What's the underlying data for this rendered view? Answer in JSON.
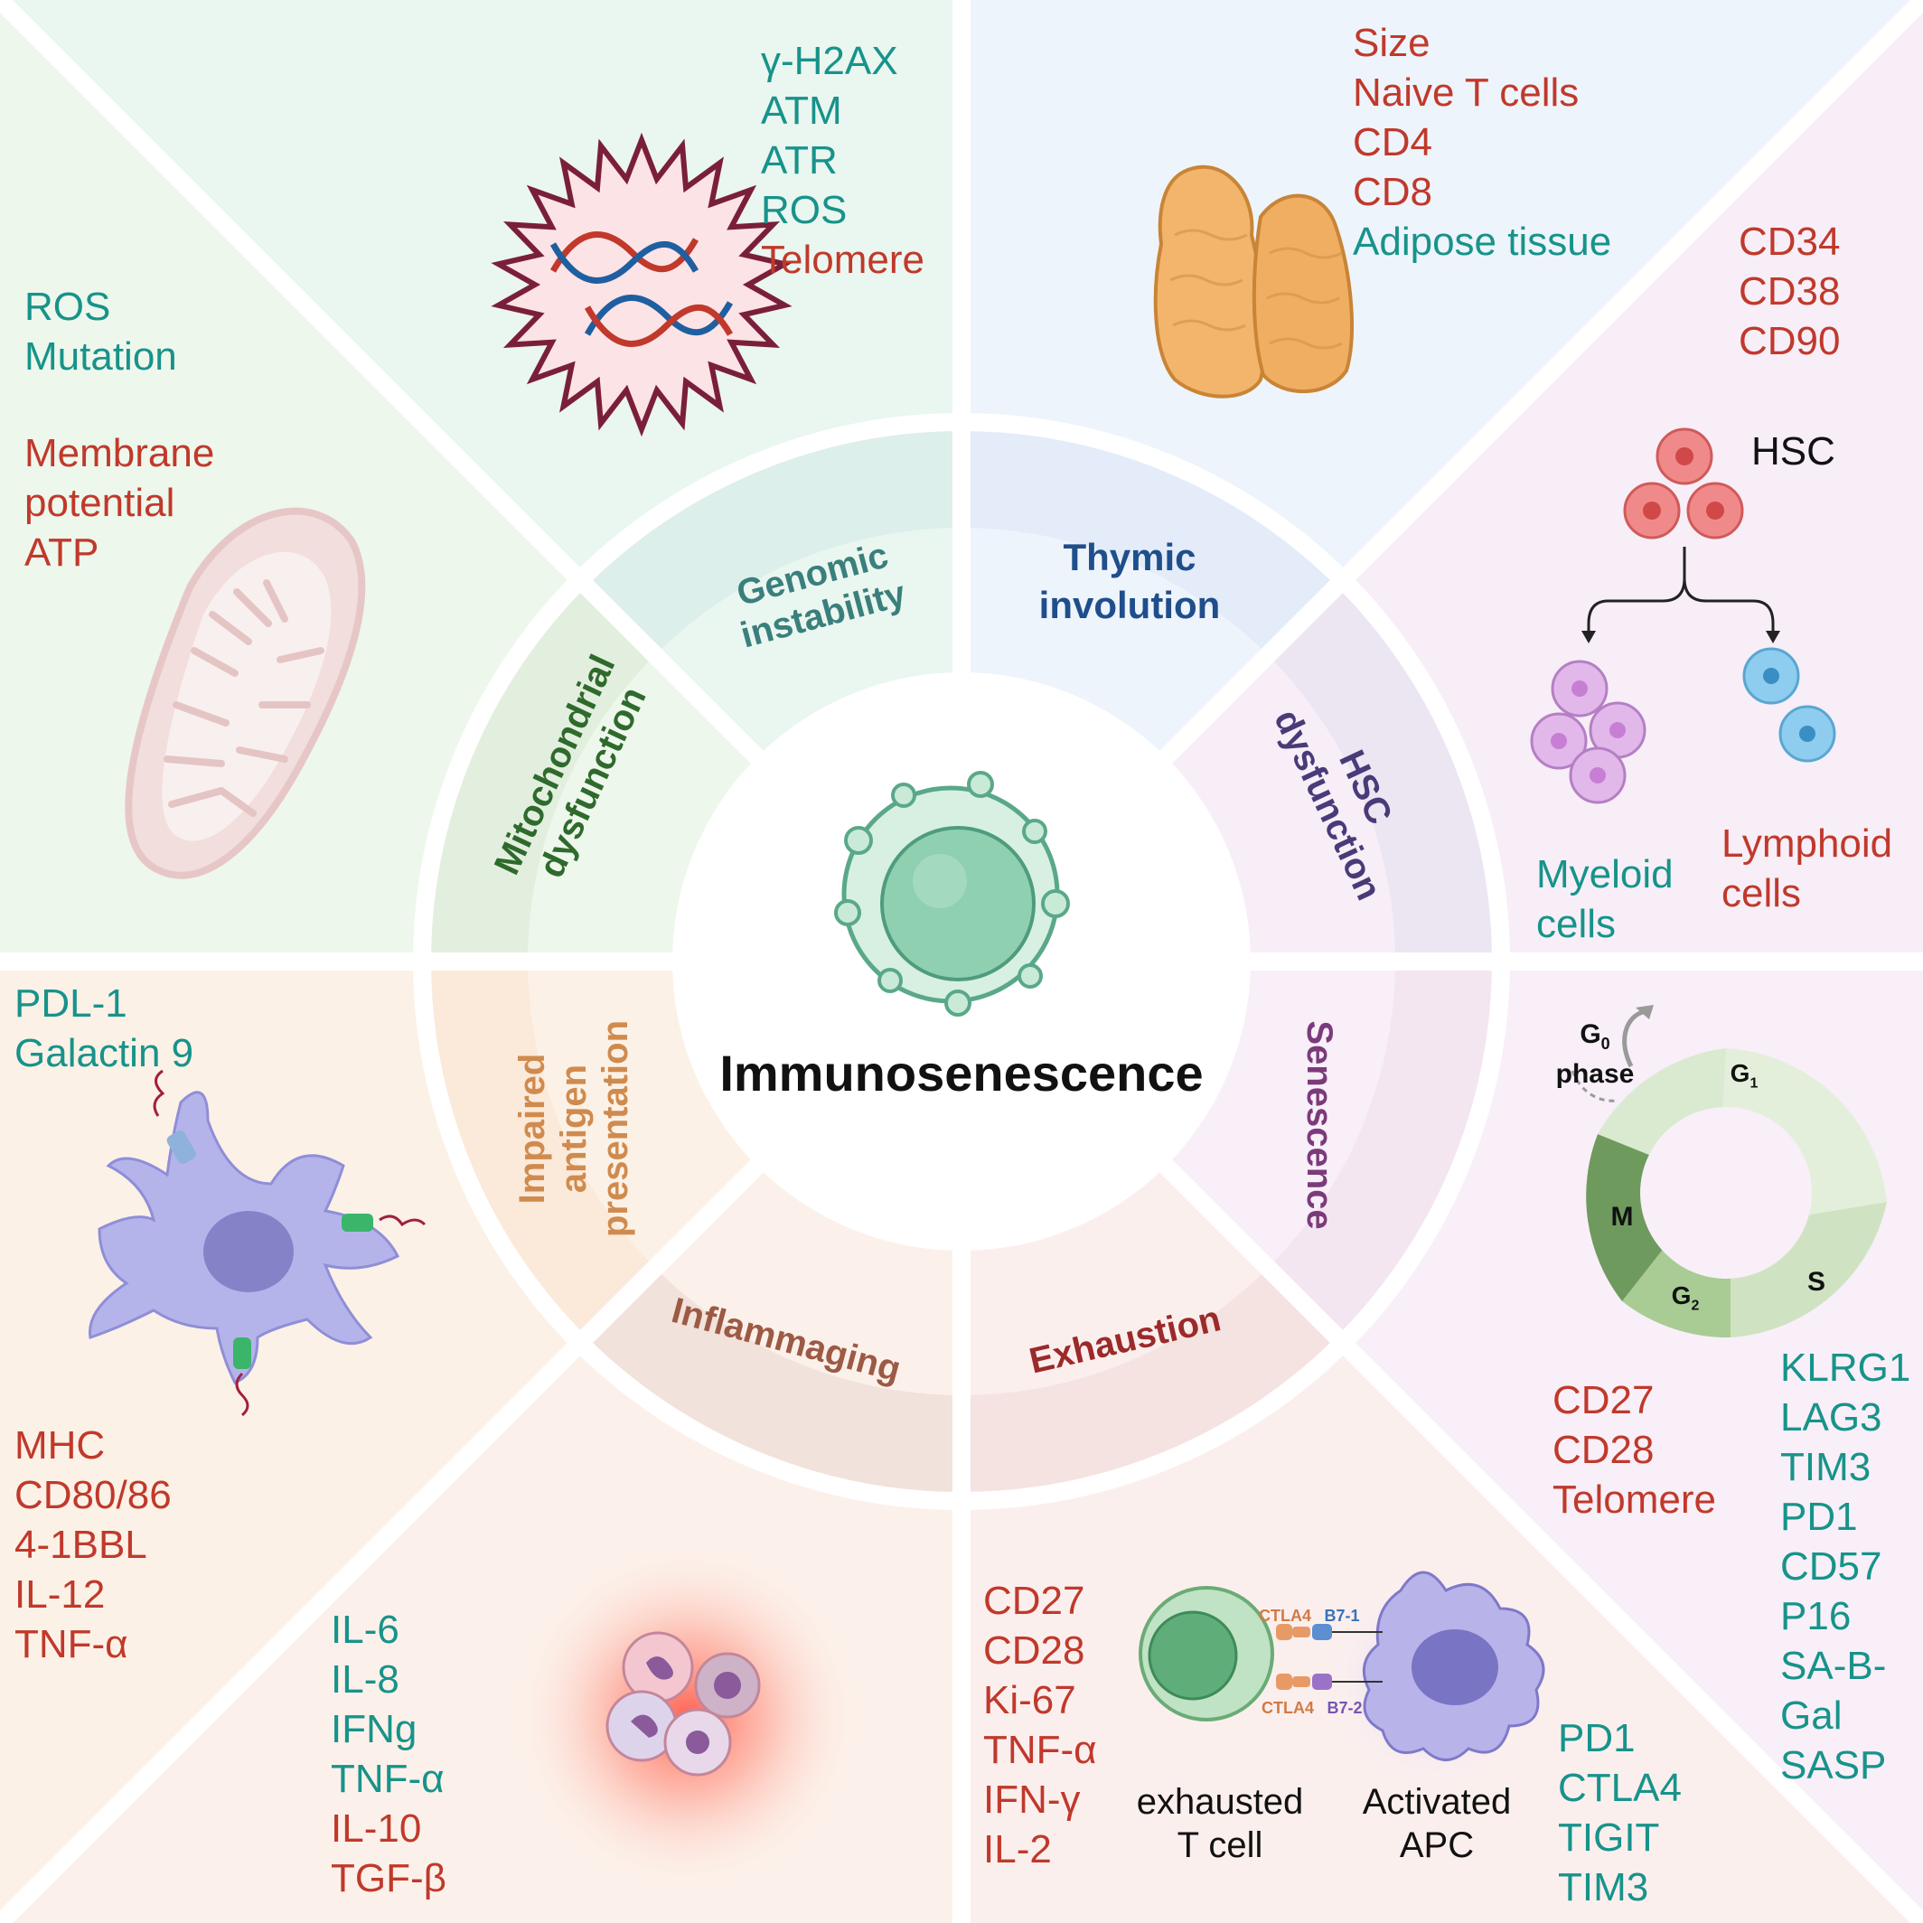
{
  "colors": {
    "teal": "#17938a",
    "red": "#c0392b",
    "genomic": "#3a7f7c",
    "thymic": "#1f4e8c",
    "hsc": "#4b3a78",
    "senescence": "#7b3a7a",
    "exhaustion": "#9b2a2a",
    "inflammaging": "#9c5a45",
    "antigen": "#cf8b4e",
    "mito": "#2f6a2d"
  },
  "center": {
    "title": "Immunosenescence",
    "icon": "lymphocyte-icon"
  },
  "ring": {
    "genomic": [
      "Genomic",
      "instability"
    ],
    "thymic": [
      "Thymic",
      "involution"
    ],
    "hsc": [
      "HSC",
      "dysfunction"
    ],
    "senescence": [
      "Senescence"
    ],
    "exhaustion": [
      "Exhaustion"
    ],
    "inflammaging": [
      "Inflammaging"
    ],
    "antigen": [
      "Impaired",
      "antigen",
      "presentation"
    ],
    "mito": [
      "Mitochondrial",
      "dysfunction"
    ]
  },
  "genomic_panel": {
    "markers": [
      {
        "text": "γ-H2AX",
        "tone": "teal"
      },
      {
        "text": "ATM",
        "tone": "teal"
      },
      {
        "text": "ATR",
        "tone": "teal"
      },
      {
        "text": "ROS",
        "tone": "teal"
      },
      {
        "text": "Telomere",
        "tone": "red"
      }
    ],
    "icon": "dna-damage-icon"
  },
  "thymic_panel": {
    "markers": [
      {
        "text": "Size",
        "tone": "red"
      },
      {
        "text": "Naive T cells",
        "tone": "red"
      },
      {
        "text": "CD4",
        "tone": "red"
      },
      {
        "text": "CD8",
        "tone": "red"
      },
      {
        "text": "Adipose tissue",
        "tone": "teal"
      }
    ],
    "icon": "thymus-icon"
  },
  "hsc_panel": {
    "markers": [
      {
        "text": "CD34",
        "tone": "red"
      },
      {
        "text": "CD38",
        "tone": "red"
      },
      {
        "text": "CD90",
        "tone": "red"
      }
    ],
    "hsc_label": "HSC",
    "myeloid": [
      "Myeloid",
      "cells"
    ],
    "lymphoid": [
      "Lymphoid",
      "cells"
    ]
  },
  "senescence_panel": {
    "cycle": {
      "g0": "G",
      "g0_sub": "0",
      "phase": "phase",
      "g1": "G",
      "g1_sub": "1",
      "s": "S",
      "g2": "G",
      "g2_sub": "2",
      "m": "M"
    },
    "markers_red": [
      "CD27",
      "CD28",
      "Telomere"
    ],
    "markers_teal": [
      "KLRG1",
      "LAG3",
      "TIM3",
      "PD1",
      "CD57",
      "P16",
      "SA-B-",
      "Gal",
      "SASP"
    ]
  },
  "exhaustion_panel": {
    "markers_red": [
      "CD27",
      "CD28",
      "Ki-67",
      "TNF-α",
      "IFN-γ",
      "IL-2"
    ],
    "markers_teal": [
      "PD1",
      "CTLA4",
      "TIGIT",
      "TIM3"
    ],
    "tcell_label": [
      "exhausted",
      "T cell"
    ],
    "apc_label": [
      "Activated",
      "APC"
    ],
    "ctla4_top": "CTLA4",
    "b71": "B7-1",
    "ctla4_bottom": "CTLA4",
    "b72": "B7-2"
  },
  "inflammaging_panel": {
    "markers": [
      {
        "text": "IL-6",
        "tone": "teal"
      },
      {
        "text": "IL-8",
        "tone": "teal"
      },
      {
        "text": "IFNg",
        "tone": "teal"
      },
      {
        "text": "TNF-α",
        "tone": "teal"
      },
      {
        "text": "IL-10",
        "tone": "red"
      },
      {
        "text": "TGF-β",
        "tone": "red"
      }
    ],
    "icon": "neutrophil-cluster-icon"
  },
  "antigen_panel": {
    "markers_top": [
      "PDL-1",
      "Galactin 9"
    ],
    "markers_bottom": [
      "MHC",
      "CD80/86",
      "4-1BBL",
      "IL-12",
      "TNF-α"
    ],
    "icon": "dendritic-cell-icon"
  },
  "mito_panel": {
    "markers_teal": [
      "ROS",
      "Mutation"
    ],
    "markers_red": [
      "Membrane",
      "potential",
      "ATP"
    ],
    "icon": "mitochondrion-icon"
  }
}
